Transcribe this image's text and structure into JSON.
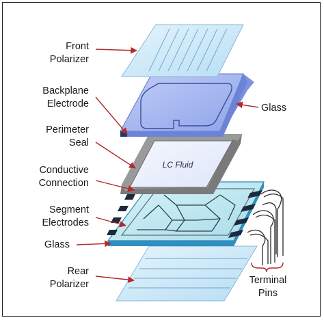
{
  "labels": {
    "front_polarizer": [
      "Front",
      "Polarizer"
    ],
    "backplane_electrode": [
      "Backplane",
      "Electrode"
    ],
    "glass_top": "Glass",
    "perimeter_seal": [
      "Perimeter",
      "Seal"
    ],
    "conductive_connection": [
      "Conductive",
      "Connection"
    ],
    "segment_electrodes": [
      "Segment",
      "Electrodes"
    ],
    "glass_bottom": "Glass",
    "rear_polarizer": [
      "Rear",
      "Polarizer"
    ],
    "terminal_pins": [
      "Terminal",
      "Pins"
    ],
    "lc_fluid": "LC Fluid"
  },
  "colors": {
    "arrow": "#b32a2a",
    "polarizer": "#cfe9f8",
    "glass_plate": "#9fb2ee",
    "seal": "#8a8a8a",
    "bottom_glass": "#5fb8dc",
    "electrode_pads": "#1c2a3e"
  }
}
